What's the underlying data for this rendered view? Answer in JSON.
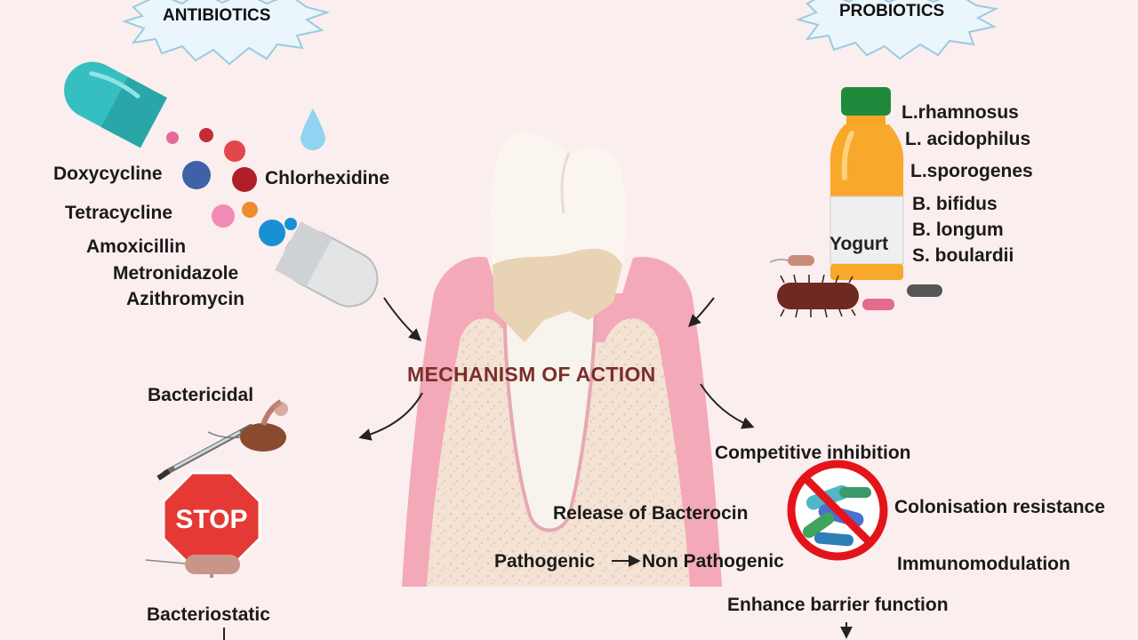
{
  "antibiotics": {
    "title": "ANTIBIOTICS",
    "drugs": [
      "Doxycycline",
      "Chlorhexidine",
      "Tetracycline",
      "Amoxicillin",
      "Metronidazole",
      "Azithromycin"
    ],
    "effects": {
      "bactericidal": "Bactericidal",
      "stop_sign": "STOP",
      "bacteriostatic": "Bacteriostatic"
    }
  },
  "probiotics": {
    "title": "PROBIOTICS",
    "strains": [
      "L.rhamnosus",
      "L. acidophilus",
      "L.sporogenes",
      "B. bifidus",
      "B. longum",
      "S. boulardii"
    ],
    "bottle_label": "Yogurt",
    "effects": {
      "competitive_inhibition": "Competitive inhibition",
      "release_bacterocin": "Release of Bacterocin",
      "colonisation_resistance": "Colonisation resistance",
      "pathogenic": "Pathogenic",
      "non_pathogenic": "Non Pathogenic",
      "immunomodulation": "Immunomodulation",
      "barrier_function": "Enhance barrier function"
    }
  },
  "center": {
    "mechanism": "MECHANISM OF ACTION"
  },
  "colors": {
    "background": "#fbeeee",
    "mechanism_text": "#7a2e2a",
    "capsule": "#35bfc0",
    "stop": "#e53935"
  }
}
